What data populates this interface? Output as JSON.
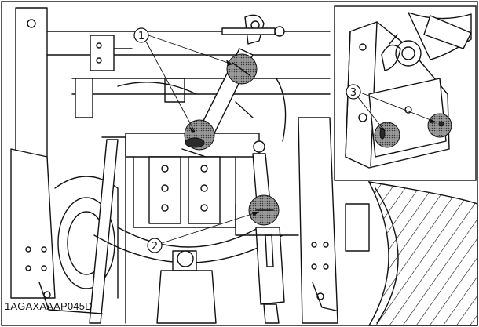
{
  "figure_code": "1AGAXAAAP045D",
  "callouts": [
    {
      "label": "1"
    },
    {
      "label": "2"
    },
    {
      "label": "3"
    }
  ],
  "colors": {
    "line": "#111111",
    "paper": "#ffffff",
    "highlight": "#8a8a8a"
  }
}
